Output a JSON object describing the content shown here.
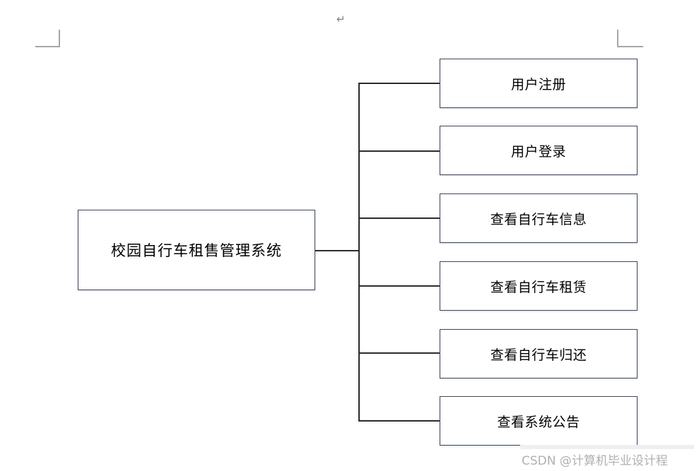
{
  "document": {
    "background_color": "#ffffff",
    "paragraph_mark": "↵",
    "margin_mark_color": "#a6a6a6"
  },
  "diagram": {
    "type": "tree",
    "orientation": "left-to-right",
    "line_color": "#2c2c2c",
    "box_border_color": "#41485a",
    "box_fill_color": "#ffffff",
    "root": {
      "label": "校园自行车租售管理系统"
    },
    "children": [
      {
        "label": "用户注册"
      },
      {
        "label": "用户登录"
      },
      {
        "label": "查看自行车信息"
      },
      {
        "label": "查看自行车租赁"
      },
      {
        "label": "查看自行车归还"
      },
      {
        "label": "查看系统公告"
      }
    ]
  },
  "watermark": {
    "text": "CSDN @计算机毕业设计程",
    "color": "#b0b0b0"
  }
}
